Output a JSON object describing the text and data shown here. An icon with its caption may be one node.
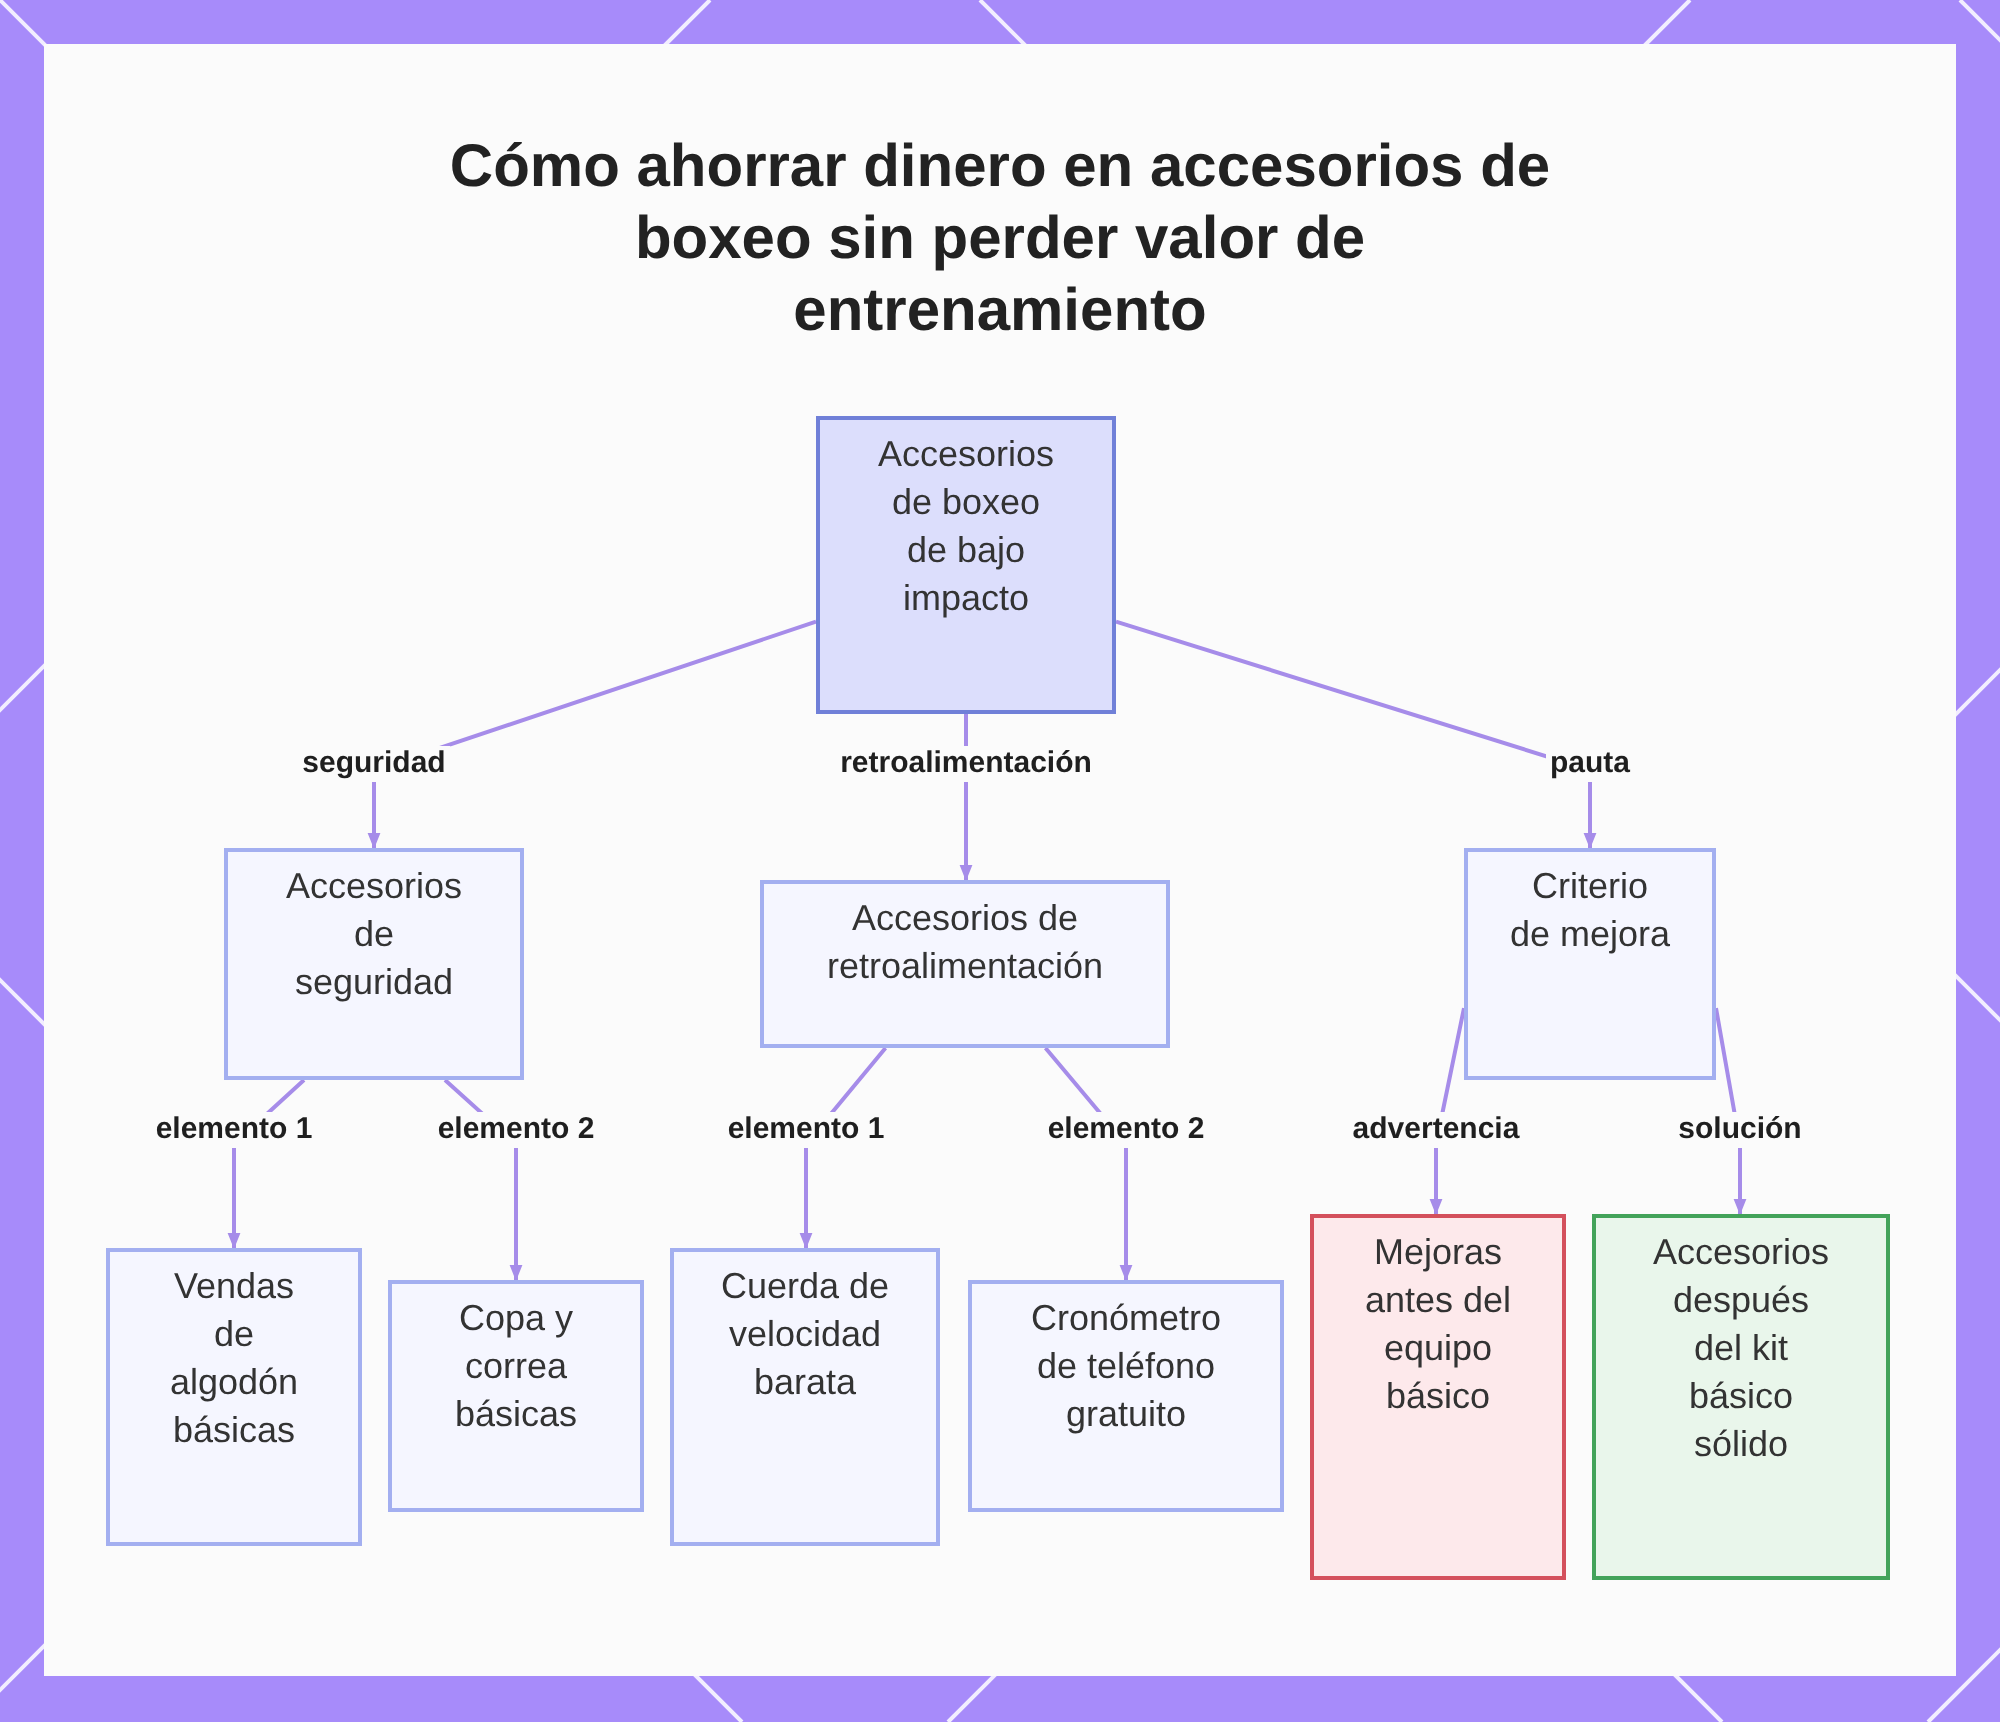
{
  "diagram": {
    "title": "Cómo ahorrar dinero en accesorios de boxeo sin perder valor de entrenamiento",
    "nodes": [
      {
        "text": [
          "Accesorios de boxeo de bajo impacto"
        ]
      },
      {
        "text": [
          "Accesorios de seguridad"
        ]
      },
      {
        "text": [
          "Accesorios de retroalimentación"
        ]
      },
      {
        "text": [
          "Criterio de mejora"
        ]
      },
      {
        "text": [
          "Vendas de algodón básicas"
        ]
      },
      {
        "text": [
          "Copa y correa básicas"
        ]
      },
      {
        "text": [
          "Cuerda de velocidad barata"
        ]
      },
      {
        "text": [
          "Cronómetro de teléfono gratuito"
        ]
      },
      {
        "text": [
          "Mejoras antes del equipo básico"
        ]
      },
      {
        "text": [
          "Accesorios después del kit básico sólido"
        ]
      }
    ],
    "edges": [
      {
        "from": 0,
        "to": 1,
        "arrow": "to",
        "label": "seguridad"
      },
      {
        "from": 0,
        "to": 2,
        "arrow": "to",
        "label": "retroalimentación"
      },
      {
        "from": 0,
        "to": 3,
        "arrow": "to",
        "label": "pauta"
      },
      {
        "from": 1,
        "to": 4,
        "arrow": "to",
        "label": "elemento 1"
      },
      {
        "from": 1,
        "to": 5,
        "arrow": "to",
        "label": "elemento 2"
      },
      {
        "from": 2,
        "to": 6,
        "arrow": "to",
        "label": "elemento 1"
      },
      {
        "from": 2,
        "to": 7,
        "arrow": "to",
        "label": "elemento 2"
      },
      {
        "from": 3,
        "to": 8,
        "arrow": "to",
        "label": "advertencia"
      },
      {
        "from": 3,
        "to": 9,
        "arrow": "to",
        "label": "solución"
      }
    ]
  }
}
